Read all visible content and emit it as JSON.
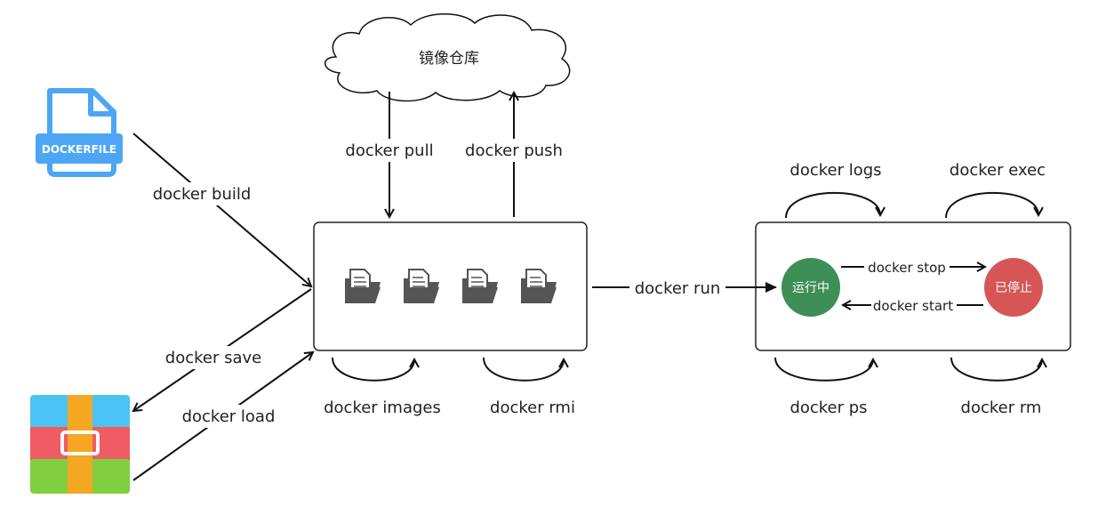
{
  "dockerfile": {
    "label": "DOCKERFILE",
    "color": "#4da6f5"
  },
  "registry": {
    "label": "镜像仓库"
  },
  "commands": {
    "build": "docker build",
    "pull": "docker pull",
    "push": "docker push",
    "save": "docker save",
    "load": "docker load",
    "images": "docker images",
    "rmi": "docker rmi",
    "run": "docker run",
    "logs": "docker logs",
    "exec": "docker exec",
    "ps": "docker ps",
    "rm": "docker rm",
    "stop": "docker stop",
    "start": "docker start"
  },
  "states": {
    "running": {
      "label": "运行中",
      "color": "#3e8e57"
    },
    "stopped": {
      "label": "已停止",
      "color": "#d65656"
    }
  },
  "archive_colors": {
    "top": "#4cc3f5",
    "middle": "#ef5c63",
    "bottom": "#81cf3f",
    "strap": "#f5a623"
  },
  "image_icon_count": 4
}
